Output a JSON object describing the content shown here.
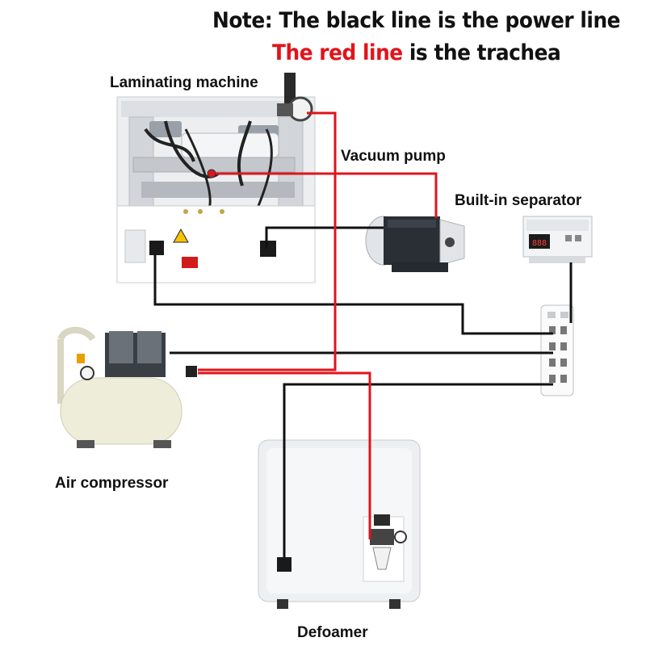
{
  "note": {
    "line1": "Note: The black line is the power line",
    "line2_red": "The red line",
    "line2_rest": " is the trachea"
  },
  "labels": {
    "laminating_machine": "Laminating machine",
    "vacuum_pump": "Vacuum pump",
    "built_in_separator": "Built-in separator",
    "air_compressor": "Air compressor",
    "defoamer": "Defoamer"
  },
  "colors": {
    "power_line": "#111111",
    "trachea": "#e0141b"
  }
}
